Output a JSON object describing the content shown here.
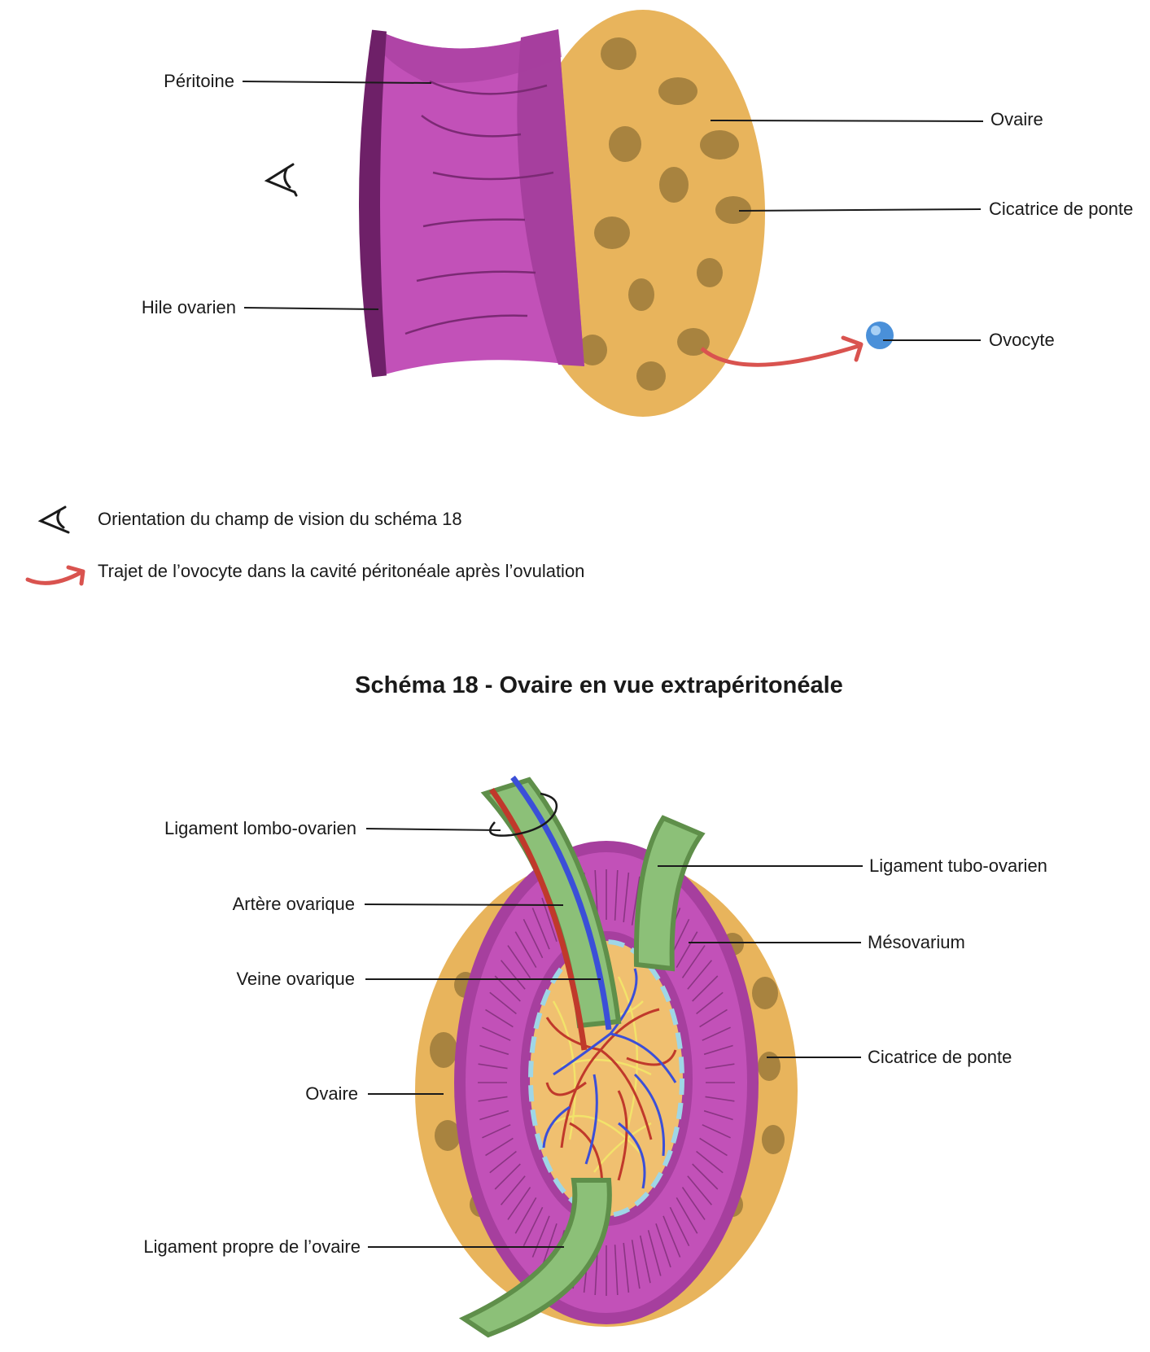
{
  "colors": {
    "ovary": "#e8b45c",
    "ovary_dark": "#d8a04a",
    "scar": "#a8833f",
    "peritoneum": "#c251b8",
    "peritoneum_dark": "#a63f9e",
    "peritoneum_shadow": "#6e2068",
    "ligament": "#8cc078",
    "ligament_edge": "#5f8f4a",
    "artery": "#c0392b",
    "vein": "#3b4fd8",
    "oocyte": "#4a90d9",
    "arrow": "#d9534f",
    "medulla": "#f0c070",
    "medulla_border": "#9fd6e6",
    "nerve": "#f2e36a"
  },
  "icons": {
    "eye": "eye-icon",
    "arrow": "curved-arrow-icon"
  },
  "top_diagram": {
    "labels": {
      "peritoine": "Péritoine",
      "hile": "Hile ovarien",
      "ovaire": "Ovaire",
      "cicatrice": "Cicatrice de ponte",
      "ovocyte": "Ovocyte"
    }
  },
  "legend": {
    "items": [
      {
        "icon": "eye-icon",
        "text": "Orientation du champ de vision du schéma 18"
      },
      {
        "icon": "curved-arrow-icon",
        "text": "Trajet de l’ovocyte dans la cavité péritonéale après l’ovulation"
      }
    ]
  },
  "bottom_diagram": {
    "title": "Schéma 18 - Ovaire en vue extrapéritonéale",
    "labels": {
      "lombo": "Ligament lombo-ovarien",
      "artere": "Artère ovarique",
      "veine": "Veine ovarique",
      "ovaire": "Ovaire",
      "propre": "Ligament propre de l’ovaire",
      "tubo": "Ligament tubo-ovarien",
      "mesovarium": "Mésovarium",
      "cicatrice": "Cicatrice de ponte"
    }
  }
}
